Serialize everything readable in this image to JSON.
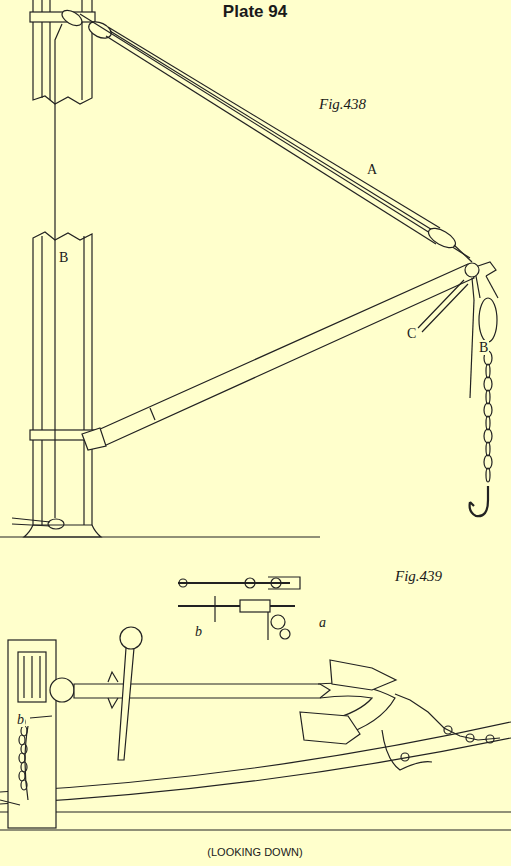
{
  "diagram": {
    "title": "Plate 94",
    "caption": "(LOOKING DOWN)",
    "labels": [
      "Fig.438",
      "A",
      "B",
      "C",
      "B",
      "Fig.439",
      "a",
      "b",
      "b"
    ]
  }
}
